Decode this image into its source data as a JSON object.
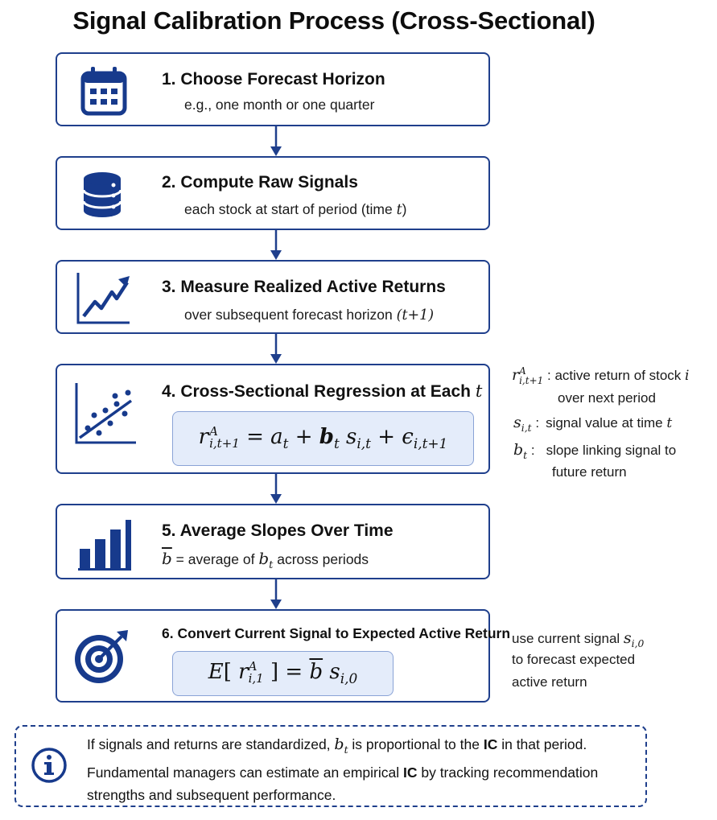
{
  "title": "Signal Calibration Process (Cross-Sectional)",
  "steps": [
    {
      "heading": "1.  Choose Forecast Horizon",
      "sub": "e.g., one month or one quarter",
      "icon": "calendar-icon"
    },
    {
      "heading": "2.  Compute Raw Signals",
      "sub_text": "each stock at start of period (time ",
      "sub_var": "t",
      "sub_end": ")",
      "icon": "database-icon"
    },
    {
      "heading": "3.  Measure Realized Active Returns",
      "sub_text": "over subsequent forecast horizon ",
      "sub_math": "(t+1)",
      "icon": "line-chart-icon"
    },
    {
      "heading_text": "4.  Cross-Sectional Regression at Each ",
      "heading_var": "t",
      "formula": "r^A_{i,t+1} = a_t + b_t s_{i,t} + ε_{i,t+1}",
      "icon": "scatter-plot-icon"
    },
    {
      "heading": "5.  Average Slopes Over Time",
      "sub_mid": " = average of ",
      "sub_end": " across periods",
      "icon": "bar-chart-icon"
    },
    {
      "heading": "6.  Convert Current Signal to Expected Active Return",
      "formula": "E[r^A_{i,1}] = b̄ s_{i,0}",
      "icon": "target-icon"
    }
  ],
  "definitions": [
    {
      "desc_line1": "active return of stock ",
      "desc_var": "i",
      "desc_line2": "over next period"
    },
    {
      "desc_line1": "signal value at time ",
      "desc_var": "t"
    },
    {
      "desc_line1": "slope linking signal to",
      "desc_line2": "future return"
    }
  ],
  "side_note": {
    "line1": "use current signal ",
    "line2": "to forecast expected",
    "line3": "active return"
  },
  "note": {
    "p1": "If signals and returns are standardized, ",
    "p2": " is proportional to the ",
    "ic": "IC",
    "p3": " in that period.",
    "p4": "Fundamental managers can estimate an empirical ",
    "p5": " by tracking recommendation strengths and subsequent performance.",
    "icon": "info-icon"
  },
  "colors": {
    "accent": "#1f3f8c",
    "icon": "#173a8c",
    "formula_bg": "#e4ecfa"
  }
}
